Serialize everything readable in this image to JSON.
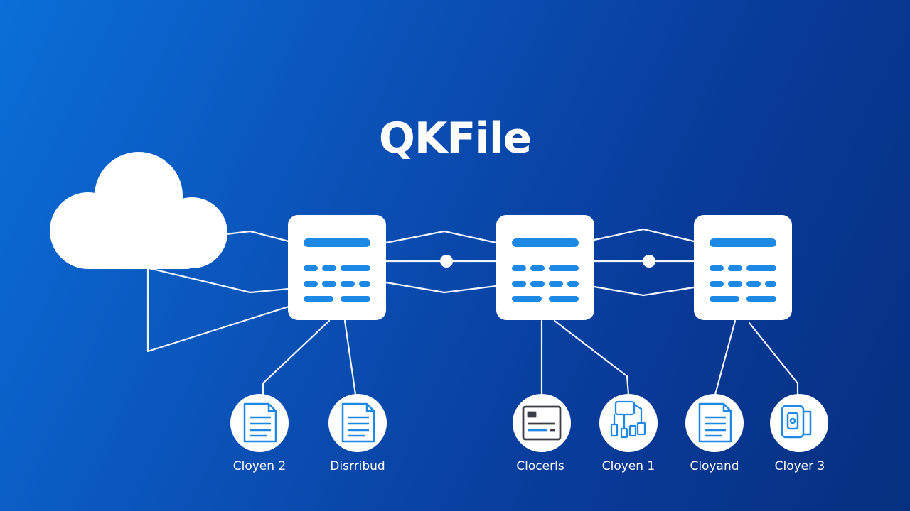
{
  "title": "QKFile",
  "colors": {
    "background_start": "#0a6fd8",
    "background_end": "#06307f",
    "node_fill": "#ffffff",
    "accent": "#1e88e5",
    "line": "#ffffff"
  },
  "cloud": {
    "icon": "cloud-icon"
  },
  "servers": [
    {
      "icon": "server-panel-icon"
    },
    {
      "icon": "server-panel-icon"
    },
    {
      "icon": "server-panel-icon"
    }
  ],
  "clients": [
    {
      "label": "Cloyen 2",
      "icon": "document-icon"
    },
    {
      "label": "Disrribud",
      "icon": "document-icon"
    },
    {
      "label": "Clocerls",
      "icon": "card-document-icon"
    },
    {
      "label": "Cloyen 1",
      "icon": "network-devices-icon"
    },
    {
      "label": "Cloyand",
      "icon": "document-icon"
    },
    {
      "label": "Cloyer 3",
      "icon": "mobile-device-icon"
    }
  ]
}
